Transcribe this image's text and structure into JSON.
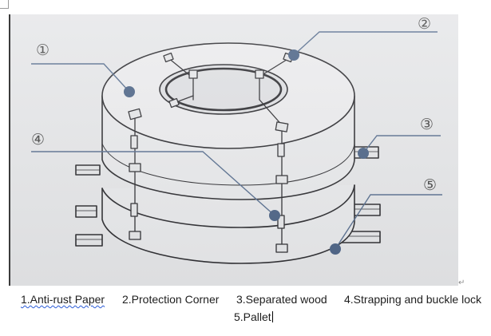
{
  "markers": [
    "①",
    "②",
    "③",
    "④",
    "⑤"
  ],
  "captions": {
    "line1": [
      "1.Anti-rust Paper",
      "2.Protection Corner",
      "3.Separated wood",
      "4.Strapping and buckle lock"
    ],
    "line2": "5.Pallet"
  },
  "colors": {
    "leader_line": "#5b7191",
    "marker_dot": "#4f6688",
    "drawing": "#2f2f33",
    "photo_bg": "#e6e7e9"
  },
  "icons": {
    "paragraph_mark": "pilcrow-icon"
  }
}
